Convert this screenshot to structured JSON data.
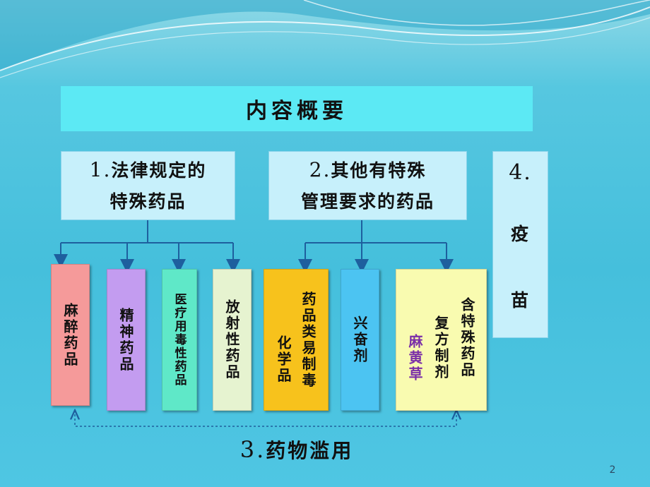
{
  "title": "内容概要",
  "categories": [
    {
      "num": "1.",
      "line1": "法律规定的",
      "line2": "特殊药品"
    },
    {
      "num": "2.",
      "line1": "其他有特殊",
      "line2": "管理要求的药品"
    },
    {
      "num": "4.",
      "line1": "疫",
      "line2": "苗"
    }
  ],
  "items": {
    "anesthetic": "麻醉药品",
    "psychotropic": "精神药品",
    "toxic": "医疗用毒性药品",
    "radioactive": "放射性药品",
    "precursor": {
      "col1": "药品类易制毒",
      "col2": "化学品"
    },
    "stimulant": "兴奋剂",
    "ephedrine": {
      "col1": "含特殊药品",
      "col2": "复方制剂",
      "col3": "麻黄草"
    }
  },
  "footer": {
    "num": "3.",
    "label": "药物滥用"
  },
  "page_number": "2",
  "colors": {
    "title_bg": "#5ce9f4",
    "category_bg": "#c7f0fb",
    "anesthetic": "#f59a9a",
    "psychotropic": "#c39cf0",
    "toxic": "#5fe8c8",
    "radioactive": "#e6f3d0",
    "precursor": "#f7c21c",
    "stimulant": "#4cc4f2",
    "ephedrine": "#f9fbb0",
    "ephedrine_accent": "#7b2fa8",
    "connector": "#1e5f9e"
  }
}
